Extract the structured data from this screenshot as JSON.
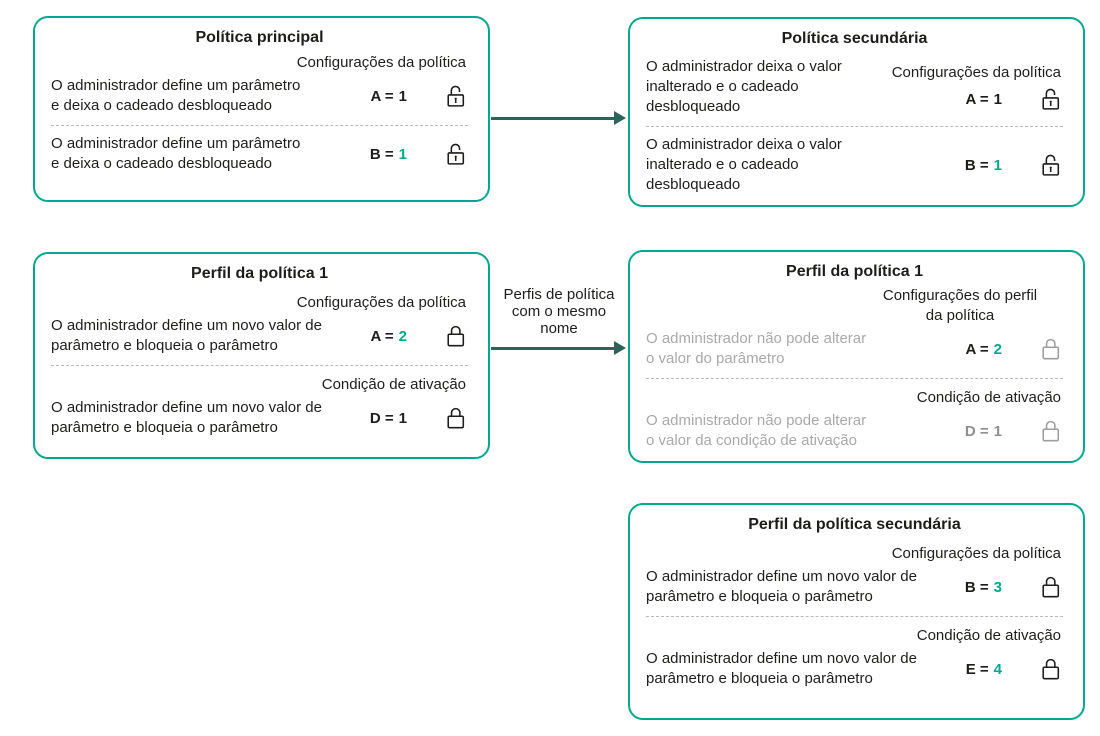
{
  "palette": {
    "teal": "#00A88E",
    "dark_teal": "#2C635A",
    "text": "#1D1D1B",
    "muted_text": "#A9A9A9",
    "muted_value": "#8F8F8F",
    "separator": "#B8B8B8"
  },
  "icons": {
    "unlocked": "padlock-open",
    "locked": "padlock-closed"
  },
  "arrow": {
    "label_lines": [
      "Perfis de política",
      "com o mesmo",
      "nome"
    ]
  },
  "boxes": {
    "main": {
      "title": "Política principal",
      "s1": {
        "heading": "Configurações da política",
        "desc": [
          "O administrador define um parâmetro",
          "e deixa o cadeado desbloqueado"
        ],
        "param": "A =",
        "value": "1"
      },
      "s2": {
        "desc": [
          "O administrador define um parâmetro",
          "e deixa o cadeado desbloqueado"
        ],
        "param": "B =",
        "value": "1"
      }
    },
    "secondary": {
      "title": "Política secundária",
      "s1": {
        "heading": "Configurações da política",
        "desc": [
          "O administrador deixa o valor",
          "inalterado e o cadeado",
          "desbloqueado"
        ],
        "param": "A =",
        "value": "1"
      },
      "s2": {
        "desc": [
          "O administrador deixa o valor",
          "inalterado e o cadeado",
          "desbloqueado"
        ],
        "param": "B =",
        "value": "1"
      }
    },
    "profile1": {
      "title": "Perfil da política 1",
      "s1": {
        "heading": "Configurações da política",
        "desc": [
          "O administrador define um novo valor de",
          "parâmetro e bloqueia o parâmetro"
        ],
        "param": "A =",
        "value": "2"
      },
      "s2": {
        "heading": "Condição de ativação",
        "desc": [
          "O administrador define um novo valor de",
          "parâmetro e bloqueia o parâmetro"
        ],
        "param": "D =",
        "value": "1"
      }
    },
    "profile1_secondary": {
      "title": "Perfil da política 1",
      "s1": {
        "heading": "Configurações do perfil da política",
        "desc": [
          "O administrador não pode alterar",
          "o valor do parâmetro"
        ],
        "param": "A =",
        "value": "2"
      },
      "s2": {
        "heading": "Condição de ativação",
        "desc": [
          "O administrador não pode alterar",
          "o valor da condição de ativação"
        ],
        "param": "D =",
        "value": "1"
      }
    },
    "profile_secondary": {
      "title": "Perfil da política secundária",
      "s1": {
        "heading": "Configurações da política",
        "desc": [
          "O administrador define um novo valor de",
          "parâmetro e bloqueia o parâmetro"
        ],
        "param": "B =",
        "value": "3"
      },
      "s2": {
        "heading": "Condição de ativação",
        "desc": [
          "O administrador define um novo valor de",
          "parâmetro e bloqueia o parâmetro"
        ],
        "param": "E =",
        "value": "4"
      }
    }
  }
}
